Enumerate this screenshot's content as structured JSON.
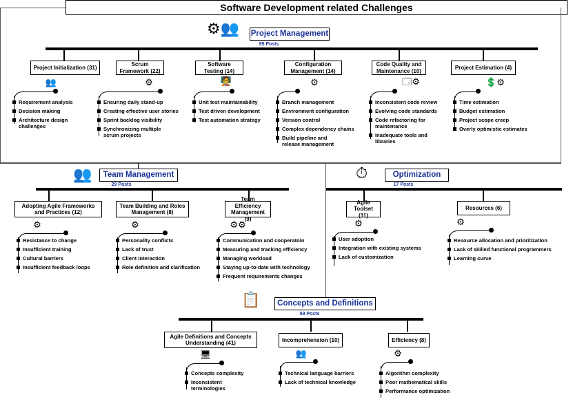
{
  "title": "Software Development related Challenges",
  "sections": {
    "project_management": {
      "title": "Project Management",
      "posts": "95 Posts",
      "categories": [
        {
          "label": "Project Initialization (31)",
          "items": [
            "Requirement analysis",
            "Decision making",
            "Architecture design challenges"
          ]
        },
        {
          "label": "Scrum Framework (22)",
          "items": [
            "Ensuring daily stand-up",
            "Creating effective user stories",
            "Sprint backlog visibility",
            "Synchronizing multiple scrum projects"
          ]
        },
        {
          "label": "Software Testing (14)",
          "items": [
            "Unit test maintainability",
            "Test driven development",
            "Test automation strategy"
          ]
        },
        {
          "label": "Configuration Management (14)",
          "items": [
            "Branch management",
            "Environment configuration",
            "Version control",
            "Complex dependency chains",
            "Build pipeline and release management"
          ]
        },
        {
          "label": "Code Quality and Maintenance (10)",
          "items": [
            "Inconsistent code review",
            "Evolving code standards",
            "Code refactoring for maintenance",
            "Inadequate tools and libraries"
          ]
        },
        {
          "label": "Project Estimation (4)",
          "items": [
            "Time estimation",
            "Budget estimation",
            "Project scope creep",
            "Overly optimistic estimates"
          ]
        }
      ]
    },
    "team_management": {
      "title": "Team Management",
      "posts": "29 Posts",
      "categories": [
        {
          "label": "Adopting Agile Frameworks and Practices (12)",
          "items": [
            "Resistance to change",
            "Insufficient training",
            "Cultural barriers",
            "Insufficient feedback loops"
          ]
        },
        {
          "label": "Team Building and Roles Management (8)",
          "items": [
            "Personality conflicts",
            "Lack of trust",
            "Client interaction",
            "Role definition and clarification"
          ]
        },
        {
          "label": "Team Efficiency Management (9)",
          "items": [
            "Communication and cooperatoin",
            "Measuring and tracking efficiency",
            "Managing workload",
            "Staying up-to-date with technology",
            "Frequent requirements changes"
          ]
        }
      ]
    },
    "optimization": {
      "title": "Optimization",
      "posts": "17 Posts",
      "categories": [
        {
          "label": "Agile Toolset (11)",
          "items": [
            "User adoption",
            "Integration with existing systems",
            "Lack of customization"
          ]
        },
        {
          "label": "Resources (6)",
          "items": [
            "Resource allocation and prioritization",
            "Lack of skilled functional programmers",
            "Learning curve"
          ]
        }
      ]
    },
    "concepts": {
      "title": "Concepts and Definitions",
      "posts": "59 Posts",
      "categories": [
        {
          "label": "Agile Definitions and Concepts Understanding (41)",
          "items": [
            "Concepts complexity",
            "Inconsistent terminologies"
          ]
        },
        {
          "label": "Incomprehension (10)",
          "items": [
            "Technical language barriers",
            "Lack of technical knowledge"
          ]
        },
        {
          "label": "Efficiency (8)",
          "items": [
            "Algorithm complexity",
            "Poor mathematical skills",
            "Performance optimization"
          ]
        }
      ]
    }
  },
  "icons": [
    "team-gears-icon",
    "people-icon",
    "target-icon",
    "gear-cycle-icon",
    "person-board-icon",
    "person-gear-icon",
    "code-window-icon",
    "money-gears-icon",
    "team-build-icon",
    "people-gear-icon",
    "timer-chart-icon",
    "code-gear-icon",
    "brain-gear-icon",
    "presentation-icon",
    "meeting-icon",
    "chart-gear-icon"
  ]
}
